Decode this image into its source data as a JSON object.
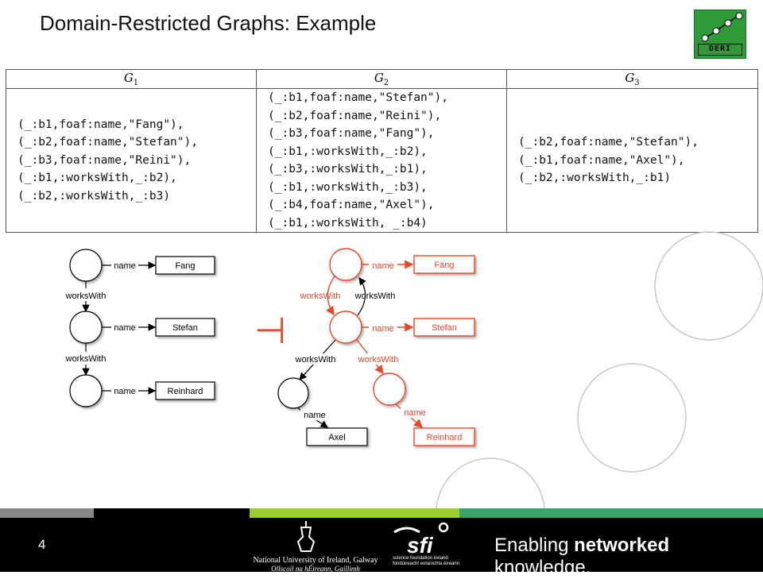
{
  "title": "Domain-Restricted Graphs: Example",
  "logo": {
    "text": "DERI"
  },
  "table": {
    "headers": [
      {
        "sym": "G",
        "sub": "1"
      },
      {
        "sym": "G",
        "sub": "2"
      },
      {
        "sym": "G",
        "sub": "3"
      }
    ],
    "g1": [
      "(_:b1,foaf:name,\"Fang\"),",
      "(_:b2,foaf:name,\"Stefan\"),",
      "(_:b3,foaf:name,\"Reini\"),",
      "(_:b1,:worksWith,_:b2),",
      "(_:b2,:worksWith,_:b3)"
    ],
    "g2": [
      "(_:b1,foaf:name,\"Stefan\"),",
      "(_:b2,foaf:name,\"Reini\"),",
      "(_:b3,foaf:name,\"Fang\"),",
      "(_:b1,:worksWith,_:b2),",
      "(_:b3,:worksWith,_:b1),",
      "(_:b1,:worksWith,_:b3),",
      "(_:b4,foaf:name,\"Axel\"),",
      "(_:b1,:worksWith, _:b4)"
    ],
    "g3": [
      "(_:b2,foaf:name,\"Stefan\"),",
      "(_:b1,foaf:name,\"Axel\"),",
      "(_:b2,:worksWith,_:b1)"
    ]
  },
  "left_graph": {
    "edge_name": "name",
    "edge_works": "worksWith",
    "literals": [
      "Fang",
      "Stefan",
      "Reinhard"
    ]
  },
  "entailment_symbol": "⊣",
  "right_graph": {
    "edge_name": "name",
    "edge_works": "worksWith",
    "literals": [
      "Fang",
      "Stefan",
      "Axel",
      "Reinhard"
    ]
  },
  "colors": {
    "red": "#e8472a",
    "green": "#2f9b38",
    "lime": "#9acd32",
    "teal": "#3aa36a",
    "grey": "#888888"
  },
  "footer": {
    "page": "4",
    "university_line1": "National University of Ireland, Galway",
    "university_line2": "Ollscoil na hÉireann, Gaillimh",
    "sfi_label": "sfi",
    "sfi_line1": "science foundation ireland",
    "sfi_line2": "fondúireacht eolaíochta éireann",
    "tagline_1": "Enabling ",
    "tagline_2": "networked",
    "tagline_3": " knowledge."
  }
}
